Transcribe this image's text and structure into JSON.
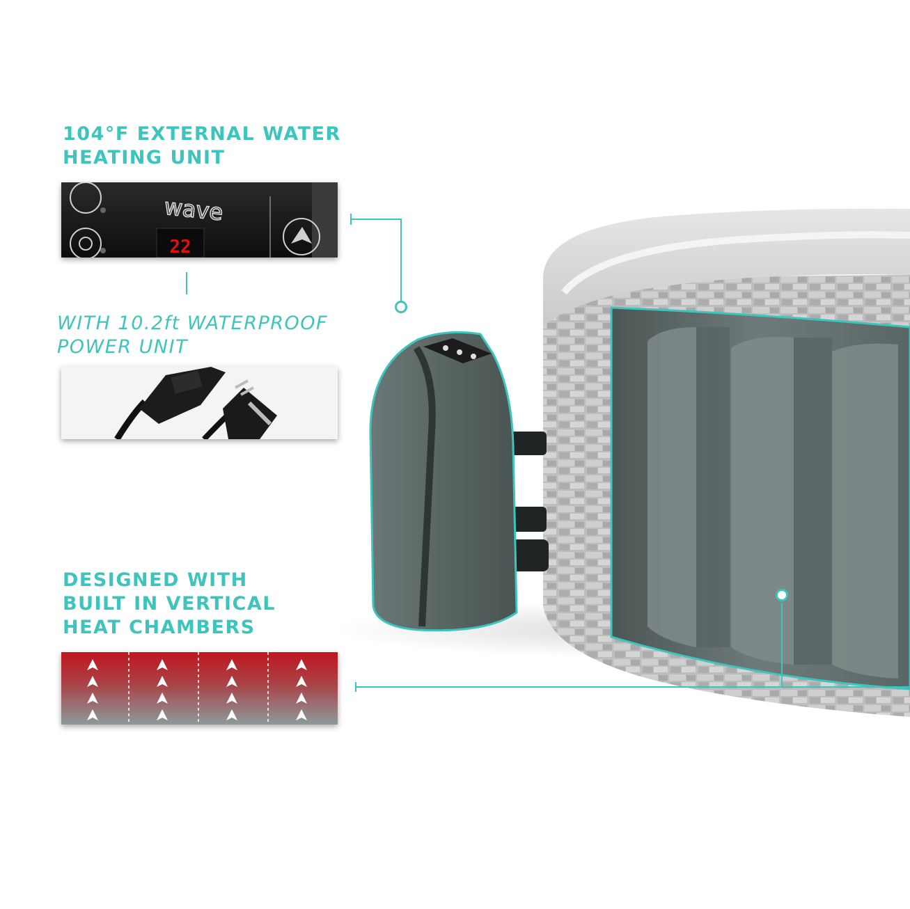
{
  "features": {
    "heater": {
      "line1": "104°F EXTERNAL WATER",
      "line2": "HEATING UNIT"
    },
    "power": {
      "line1": "WITH  10.2ft WATERPROOF",
      "line2": "POWER UNIT"
    },
    "chambers": {
      "line1": "DESIGNED WITH",
      "line2": "BUILT IN VERTICAL",
      "line3": "HEAT CHAMBERS"
    }
  },
  "control_panel": {
    "brand": "wave",
    "display": "22"
  },
  "colors": {
    "accent": "#3cc4bd",
    "heat_red": "#c0161e",
    "unit_grey": "#5c6b6a"
  }
}
